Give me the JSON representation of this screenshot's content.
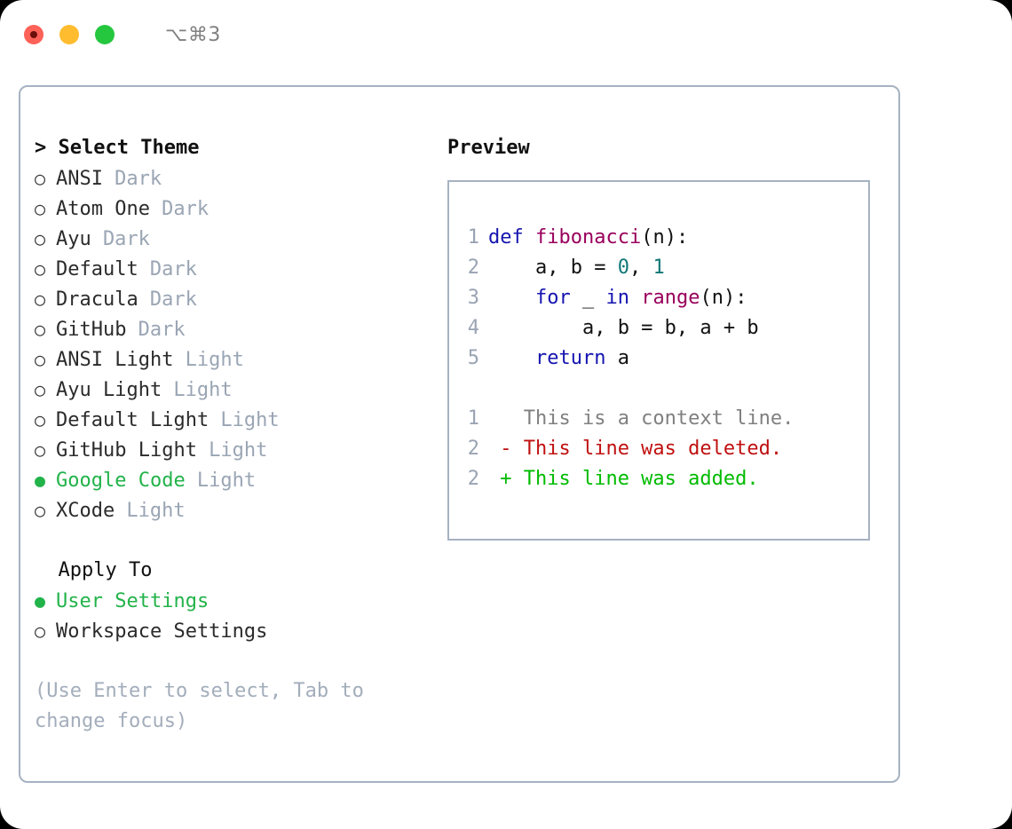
{
  "titlebar": {
    "traffic_lights": [
      "close",
      "minimize",
      "maximize"
    ],
    "shortcut": "⌥⌘3"
  },
  "theme_section": {
    "prefix": "> ",
    "header": "Select Theme",
    "focused": true,
    "bullet_selected": "●",
    "bullet_unselected": "○",
    "items": [
      {
        "name": "ANSI",
        "tag": "Dark",
        "selected": false
      },
      {
        "name": "Atom One",
        "tag": "Dark",
        "selected": false
      },
      {
        "name": "Ayu",
        "tag": "Dark",
        "selected": false
      },
      {
        "name": "Default",
        "tag": "Dark",
        "selected": false
      },
      {
        "name": "Dracula",
        "tag": "Dark",
        "selected": false
      },
      {
        "name": "GitHub",
        "tag": "Dark",
        "selected": false
      },
      {
        "name": "ANSI Light",
        "tag": "Light",
        "selected": false
      },
      {
        "name": "Ayu Light",
        "tag": "Light",
        "selected": false
      },
      {
        "name": "Default Light",
        "tag": "Light",
        "selected": false
      },
      {
        "name": "GitHub Light",
        "tag": "Light",
        "selected": false
      },
      {
        "name": "Google Code",
        "tag": "Light",
        "selected": true
      },
      {
        "name": "XCode",
        "tag": "Light",
        "selected": false
      }
    ]
  },
  "apply_section": {
    "prefix": "  ",
    "header": "Apply To",
    "focused": false,
    "items": [
      {
        "name": "User Settings",
        "selected": true
      },
      {
        "name": "Workspace Settings",
        "selected": false
      }
    ]
  },
  "hint": "(Use Enter to select, Tab to change focus)",
  "preview": {
    "title": "Preview",
    "code_lines": [
      {
        "no": "1",
        "tokens": [
          {
            "t": "def ",
            "c": "kw"
          },
          {
            "t": "fibonacci",
            "c": "fn"
          },
          {
            "t": "(n):",
            "c": "plain"
          }
        ]
      },
      {
        "no": "2",
        "tokens": [
          {
            "t": "    a, b = ",
            "c": "plain"
          },
          {
            "t": "0",
            "c": "num"
          },
          {
            "t": ", ",
            "c": "plain"
          },
          {
            "t": "1",
            "c": "num"
          }
        ]
      },
      {
        "no": "3",
        "tokens": [
          {
            "t": "    ",
            "c": "plain"
          },
          {
            "t": "for",
            "c": "kw"
          },
          {
            "t": " _ ",
            "c": "plain"
          },
          {
            "t": "in",
            "c": "kw"
          },
          {
            "t": " ",
            "c": "plain"
          },
          {
            "t": "range",
            "c": "fn"
          },
          {
            "t": "(n):",
            "c": "plain"
          }
        ]
      },
      {
        "no": "4",
        "tokens": [
          {
            "t": "        a, b = b, a + b",
            "c": "plain"
          }
        ]
      },
      {
        "no": "5",
        "tokens": [
          {
            "t": "    ",
            "c": "plain"
          },
          {
            "t": "return",
            "c": "kw"
          },
          {
            "t": " a",
            "c": "plain"
          }
        ]
      }
    ],
    "diff_lines": [
      {
        "no": "1",
        "tokens": [
          {
            "t": "   This is a context line.",
            "c": "ctx"
          }
        ]
      },
      {
        "no": "2",
        "tokens": [
          {
            "t": " - This line was deleted.",
            "c": "del"
          }
        ]
      },
      {
        "no": "2",
        "tokens": [
          {
            "t": " + This line was added.",
            "c": "add"
          }
        ]
      }
    ]
  },
  "colors": {
    "accent_green": "#22b34a",
    "border": "#a6b2c2",
    "muted": "#9aa5b4",
    "keyword": "#1414b0",
    "function": "#99005c",
    "number": "#117777",
    "diff_deleted": "#c01010",
    "diff_added": "#00bb00"
  }
}
